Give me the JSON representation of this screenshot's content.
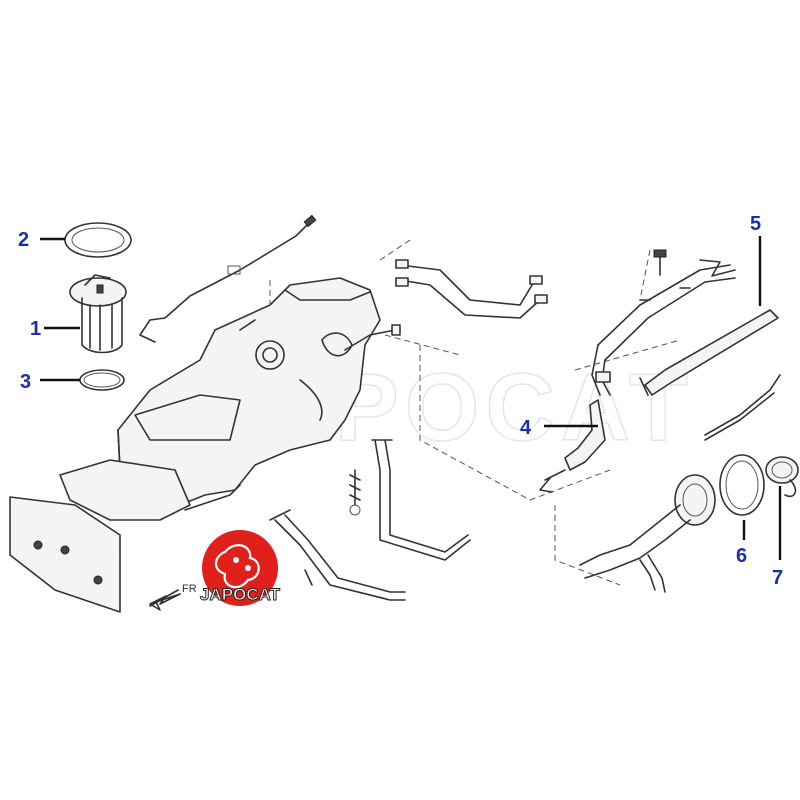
{
  "callouts": [
    {
      "id": "1",
      "label": "1"
    },
    {
      "id": "2",
      "label": "2"
    },
    {
      "id": "3",
      "label": "3"
    },
    {
      "id": "4",
      "label": "4"
    },
    {
      "id": "5",
      "label": "5"
    },
    {
      "id": "6",
      "label": "6"
    },
    {
      "id": "7",
      "label": "7"
    }
  ],
  "watermark": "JAPOCAT",
  "logo": {
    "text": "JAPOCAT",
    "color": "#e0201b"
  },
  "front_arrow": {
    "text": "FR"
  },
  "colors": {
    "callout": "#1b2fa8",
    "line": "#333333"
  }
}
